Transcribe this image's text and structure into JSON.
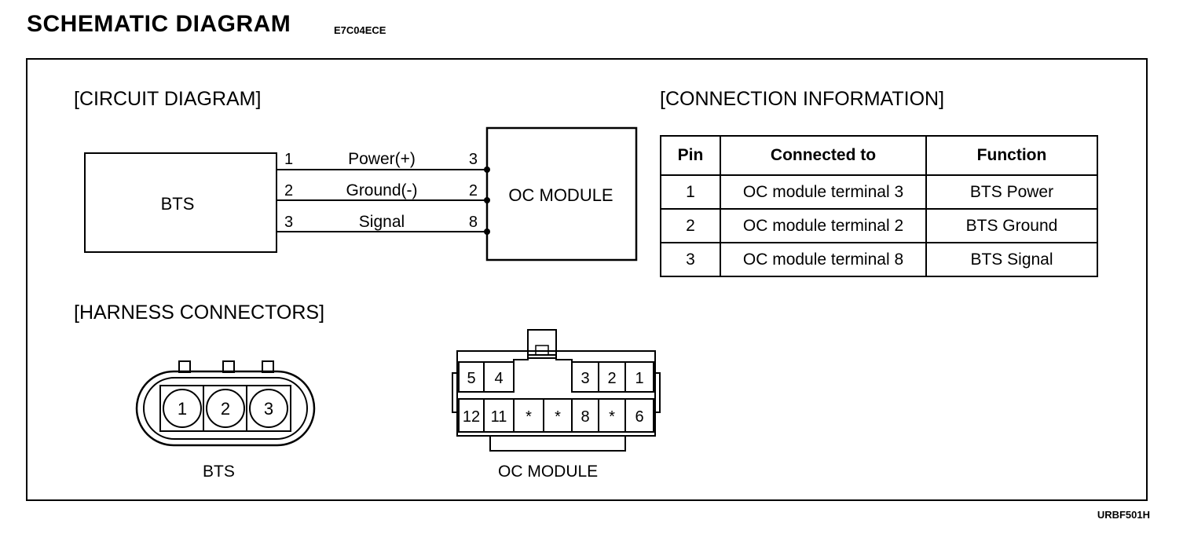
{
  "header": {
    "title": "SCHEMATIC  DIAGRAM",
    "code": "E7C04ECE",
    "figure_code": "URBF501H"
  },
  "circuit": {
    "heading": "[CIRCUIT DIAGRAM]",
    "left_box": "BTS",
    "right_box": "OC MODULE",
    "wires": [
      {
        "left_pin": "1",
        "name": "Power(+)",
        "right_pin": "3"
      },
      {
        "left_pin": "2",
        "name": "Ground(-)",
        "right_pin": "2"
      },
      {
        "left_pin": "3",
        "name": "Signal",
        "right_pin": "8"
      }
    ]
  },
  "connection": {
    "heading": "[CONNECTION INFORMATION]",
    "columns": [
      "Pin",
      "Connected to",
      "Function"
    ],
    "rows": [
      [
        "1",
        "OC module terminal 3",
        "BTS Power"
      ],
      [
        "2",
        "OC module terminal 2",
        "BTS Ground"
      ],
      [
        "3",
        "OC module terminal 8",
        "BTS Signal"
      ]
    ]
  },
  "harness": {
    "heading": "[HARNESS CONNECTORS]",
    "bts": {
      "label": "BTS",
      "pins": [
        "1",
        "2",
        "3"
      ]
    },
    "oc": {
      "label": "OC MODULE",
      "top_left": [
        "5",
        "4"
      ],
      "top_right": [
        "3",
        "2",
        "1"
      ],
      "bottom": [
        "12",
        "11",
        "*",
        "*",
        "8",
        "*",
        "6"
      ]
    }
  }
}
